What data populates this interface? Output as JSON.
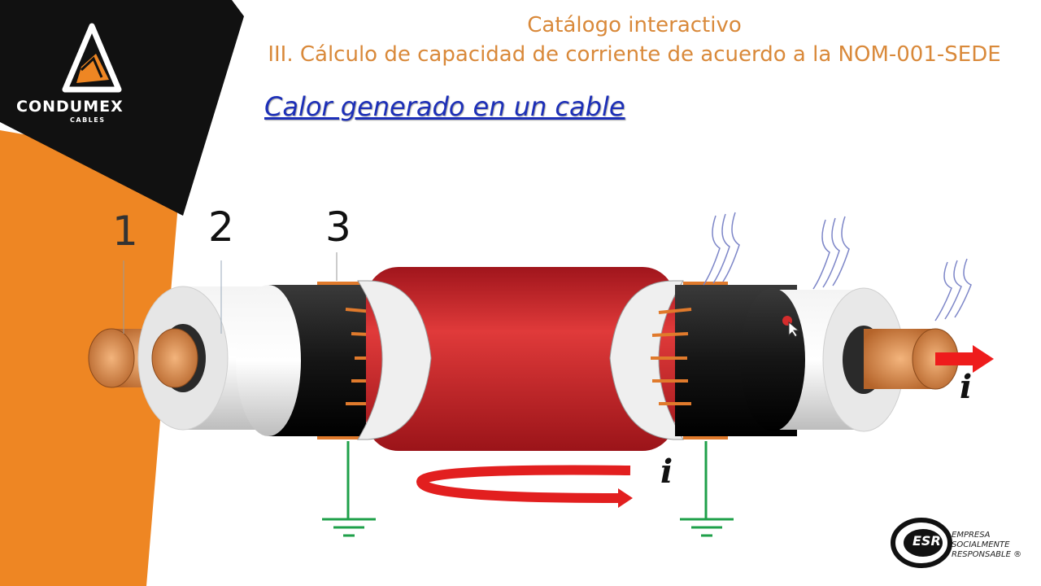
{
  "header": {
    "line1": "Catálogo interactivo",
    "line2": "III. Cálculo de capacidad de corriente de acuerdo a la NOM-001-SEDE"
  },
  "slide": {
    "heading": "Calor generado en un cable"
  },
  "brand": {
    "name": "CONDUMEX",
    "subtitle": "CABLES"
  },
  "labels": {
    "one": "1",
    "two": "2",
    "three": "3",
    "current_right": "i",
    "current_bottom": "i"
  },
  "esr": {
    "badge": "ESR",
    "line1": "EMPRESA",
    "line2": "SOCIALMENTE",
    "line3": "RESPONSABLE ®"
  },
  "colors": {
    "header_orange": "#d9893a",
    "heading_blue": "#1c2fb8",
    "brand_black": "#111111",
    "brand_orange": "#ee8623",
    "jacket_red": "#d42a2a",
    "ground_green": "#1fa04a",
    "copper": "#d88548"
  },
  "icons": {
    "logo": "condumex-logo-icon",
    "cursor": "mouse-cursor-icon",
    "esr": "esr-logo-icon",
    "ground": "ground-symbol-icon",
    "arrow": "current-arrow-icon",
    "heat": "heat-waves-icon"
  }
}
